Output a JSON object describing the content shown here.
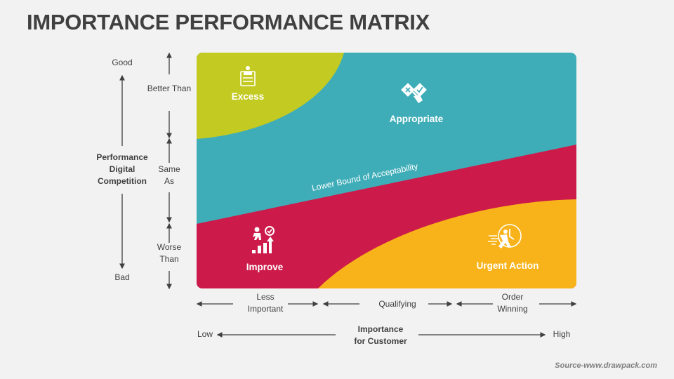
{
  "title": "IMPORTANCE PERFORMANCE MATRIX",
  "y_axis": {
    "title_lines": [
      "Performance",
      "Digital",
      "Competition"
    ],
    "top": "Good",
    "bottom": "Bad",
    "levels": [
      {
        "lines": [
          "Better Than"
        ]
      },
      {
        "lines": [
          "Same",
          "As"
        ]
      },
      {
        "lines": [
          "Worse",
          "Than"
        ]
      }
    ]
  },
  "x_axis": {
    "title_lines": [
      "Importance",
      "for Customer"
    ],
    "left": "Low",
    "right": "High",
    "levels": [
      {
        "lines": [
          "Less",
          "Important"
        ]
      },
      {
        "lines": [
          "Qualifying"
        ]
      },
      {
        "lines": [
          "Order",
          "Winning"
        ]
      }
    ]
  },
  "zones": [
    {
      "name": "Excess",
      "icon": "server-alert-icon",
      "color": "#c3ca22"
    },
    {
      "name": "Appropriate",
      "icon": "hand-choice-icon",
      "color": "#3fadb8"
    },
    {
      "name": "Improve",
      "icon": "person-steps-growth-icon",
      "color": "#cc1b4a"
    },
    {
      "name": "Urgent Action",
      "icon": "running-clock-icon",
      "color": "#f8b31a"
    }
  ],
  "boundary_label": "Lower Bound of Acceptability",
  "source": "Source-www.drawpack.com"
}
